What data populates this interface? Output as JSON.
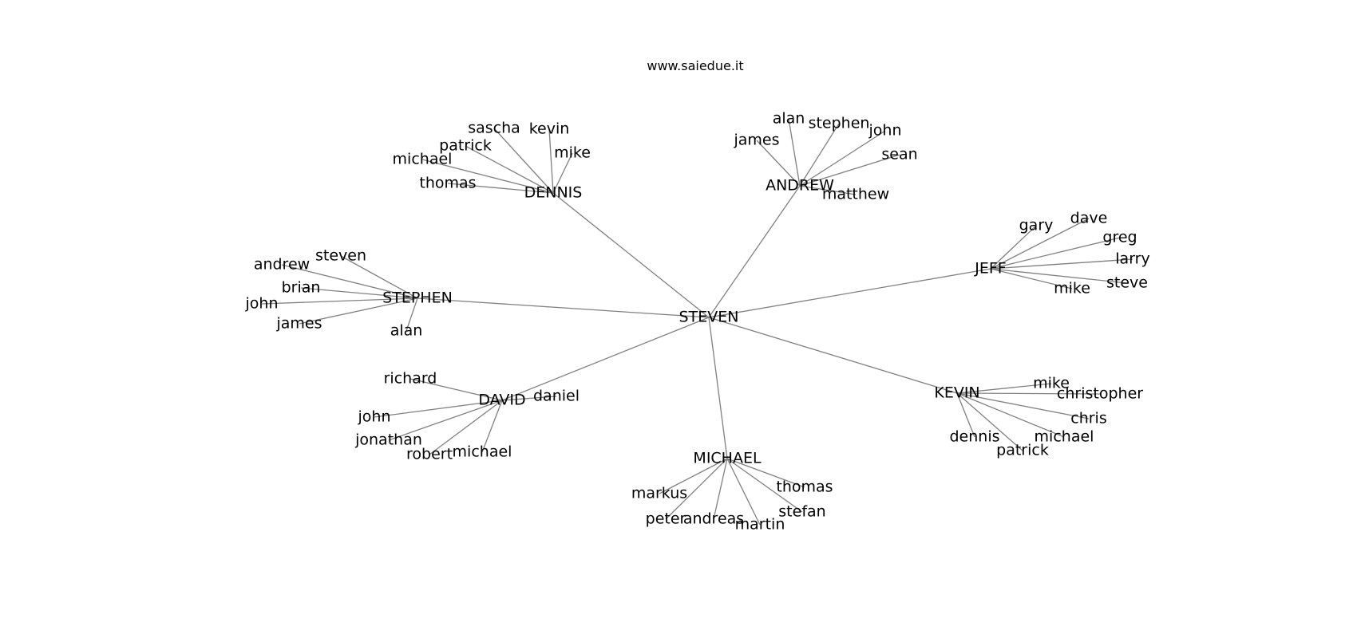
{
  "title": "www.saiedue.it",
  "colors": {
    "edge": "#808080",
    "text": "#000000",
    "background": "#ffffff"
  },
  "graph": {
    "root": "STEVEN",
    "branches": [
      {
        "hub": "DENNIS",
        "leaves": [
          "sascha",
          "kevin",
          "patrick",
          "mike",
          "michael",
          "thomas"
        ]
      },
      {
        "hub": "ANDREW",
        "leaves": [
          "alan",
          "stephen",
          "john",
          "james",
          "sean",
          "matthew"
        ]
      },
      {
        "hub": "JEFF",
        "leaves": [
          "gary",
          "dave",
          "greg",
          "larry",
          "steve",
          "mike"
        ]
      },
      {
        "hub": "STEPHEN",
        "leaves": [
          "steven",
          "andrew",
          "brian",
          "john",
          "james",
          "alan"
        ]
      },
      {
        "hub": "KEVIN",
        "leaves": [
          "mike",
          "christopher",
          "chris",
          "michael",
          "dennis",
          "patrick"
        ]
      },
      {
        "hub": "DAVID",
        "leaves": [
          "richard",
          "daniel",
          "john",
          "jonathan",
          "robert",
          "michael"
        ]
      },
      {
        "hub": "MICHAEL",
        "leaves": [
          "markus",
          "thomas",
          "stefan",
          "peter",
          "andreas",
          "martin"
        ]
      }
    ]
  }
}
